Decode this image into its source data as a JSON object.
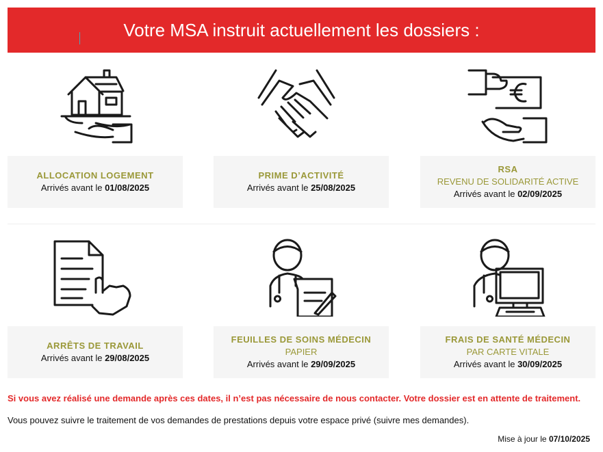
{
  "header": {
    "title": "Votre MSA instruit  actuellement les dossiers :"
  },
  "arrived_label": "Arrivés avant le ",
  "cards": [
    {
      "title": "ALLOCATION LOGEMENT",
      "subtitle": null,
      "date": "01/08/2025",
      "icon": "house-in-hand-icon"
    },
    {
      "title": "PRIME D’ACTIVITÉ",
      "subtitle": null,
      "date": "25/08/2025",
      "icon": "handshake-icon"
    },
    {
      "title": "RSA",
      "subtitle": "REVENU DE SOLIDARITÉ ACTIVE",
      "date": "02/09/2025",
      "icon": "euro-hand-icon"
    },
    {
      "title": "ARRÊTS DE TRAVAIL",
      "subtitle": null,
      "date": "29/08/2025",
      "icon": "document-hand-icon"
    },
    {
      "title": "FEUILLES DE SOINS MÉDECIN",
      "subtitle": "PAPIER",
      "date": "29/09/2025",
      "icon": "doctor-paper-icon"
    },
    {
      "title": "FRAIS DE SANTÉ MÉDECIN",
      "subtitle": "PAR CARTE VITALE",
      "date": "30/09/2025",
      "icon": "doctor-computer-icon"
    }
  ],
  "footer": {
    "warning": "Si vous avez réalisé une demande après ces dates, il n’est pas nécessaire de nous contacter. Votre dossier est en attente de traitement.",
    "info": "Vous pouvez suivre le traitement de vos demandes de prestations depuis votre espace privé (suivre mes demandes).",
    "updated_label": "Mise à jour le ",
    "updated_date": "07/10/2025"
  },
  "colors": {
    "red": "#e3292a",
    "olive": "#9a9838",
    "card": "#f5f5f5"
  }
}
